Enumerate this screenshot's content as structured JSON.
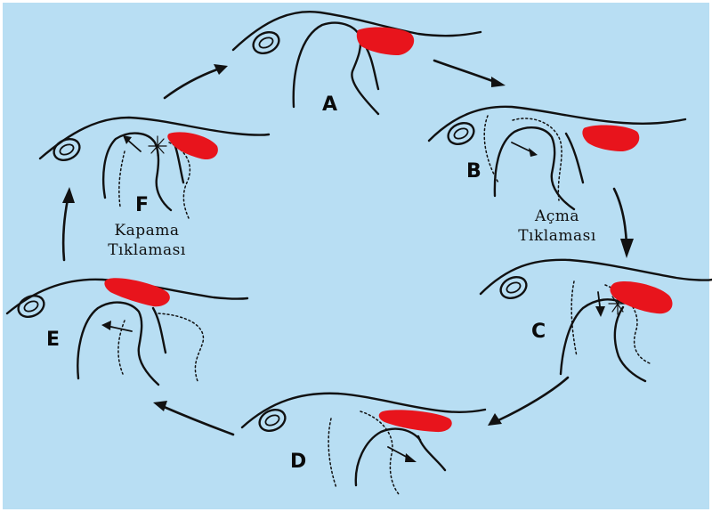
{
  "stages": [
    {
      "id": "A",
      "label": "A"
    },
    {
      "id": "B",
      "label": "B"
    },
    {
      "id": "C",
      "label": "C"
    },
    {
      "id": "D",
      "label": "D"
    },
    {
      "id": "E",
      "label": "E"
    },
    {
      "id": "F",
      "label": "F"
    }
  ],
  "captions": {
    "opening": {
      "line1": "Açma",
      "line2": "Tıklaması"
    },
    "closing": {
      "line1": "Kapama",
      "line2": "Tıklaması"
    }
  },
  "colors": {
    "background": "#b8def3",
    "ink": "#111111",
    "leaflet": "#e8141c"
  }
}
